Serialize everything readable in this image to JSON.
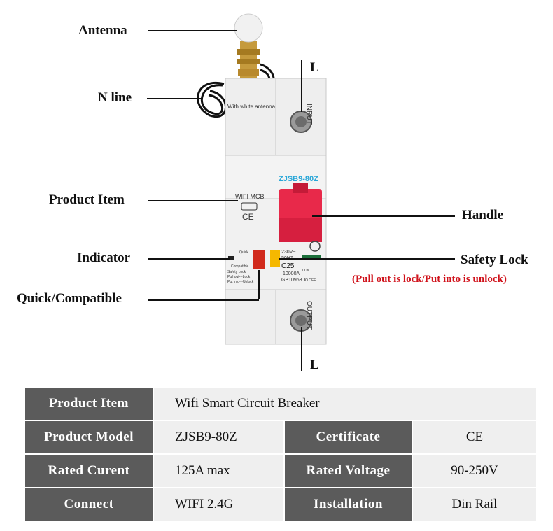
{
  "callouts": {
    "antenna": "Antenna",
    "n_line": "N line",
    "product_item": "Product Item",
    "indicator": "Indicator",
    "quick_compatible": "Quick/Compatible",
    "l_top": "L",
    "handle": "Handle",
    "safety_lock": "Safety Lock",
    "safety_lock_note": "(Pull out is lock/Put into is unlock)",
    "l_bottom": "L"
  },
  "device_markings": {
    "antenna_note": "With white antenna",
    "input": "INPUT",
    "output": "OUTPUT",
    "model": "ZJSB9-80Z",
    "wifi_mcb": "WIFI MCB",
    "ce": "CE",
    "rating_voltage": "230V~",
    "rating_freq": "50HZ",
    "rating_current": "C25",
    "rating_capacity": "10000A",
    "standard": "GB10963.1",
    "quick": "Quick",
    "compatible": "Compatible",
    "safety_lock_text": "Safety Lock",
    "pull_out_lock": "Pull out---Lock",
    "put_into_unlock": "Put into---Unlock",
    "on": "I ON",
    "off": "O OFF"
  },
  "spec_table": {
    "product_item_label": "Product Item",
    "product_item_value": "Wifi Smart Circuit Breaker",
    "product_model_label": "Product Model",
    "product_model_value": "ZJSB9-80Z",
    "certificate_label": "Certificate",
    "certificate_value": "CE",
    "rated_current_label": "Rated Curent",
    "rated_current_value": "125A max",
    "rated_voltage_label": "Rated Voltage",
    "rated_voltage_value": "90-250V",
    "connect_label": "Connect",
    "connect_value": "WIFI 2.4G",
    "installation_label": "Installation",
    "installation_value": "Din Rail"
  },
  "colors": {
    "handle_red": "#e8294a",
    "lock_yellow": "#f5b800",
    "table_header": "#5b5b5b",
    "table_value_bg": "#efefef",
    "note_red": "#d0121b",
    "model_blue": "#2aa7d8"
  }
}
